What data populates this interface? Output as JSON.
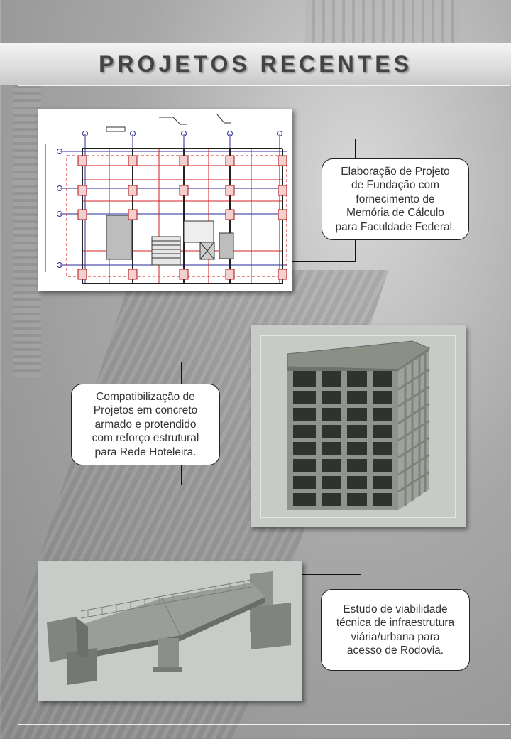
{
  "page": {
    "title": "PROJETOS RECENTES"
  },
  "projects": [
    {
      "image_icon": "foundation-plan-drawing",
      "caption": "Elaboração de Projeto\nde Fundação com\nfornecimento de\nMemória de Cálculo\npara Faculdade Federal."
    },
    {
      "image_icon": "building-structure-3d",
      "caption": "Compatibilização de\nProjetos em concreto\narmado e protendido\ncom reforço estrutural\npara Rede Hoteleira."
    },
    {
      "image_icon": "bridge-model-3d",
      "caption": "Estudo de viabilidade\ntécnica de infraestrutura\nviária/urbana para\nacesso de Rodovia."
    }
  ],
  "colors": {
    "title_text": "#444444",
    "plan_red": "#d02020",
    "plan_blue": "#2a2a9a",
    "concrete": "#8f948f"
  }
}
